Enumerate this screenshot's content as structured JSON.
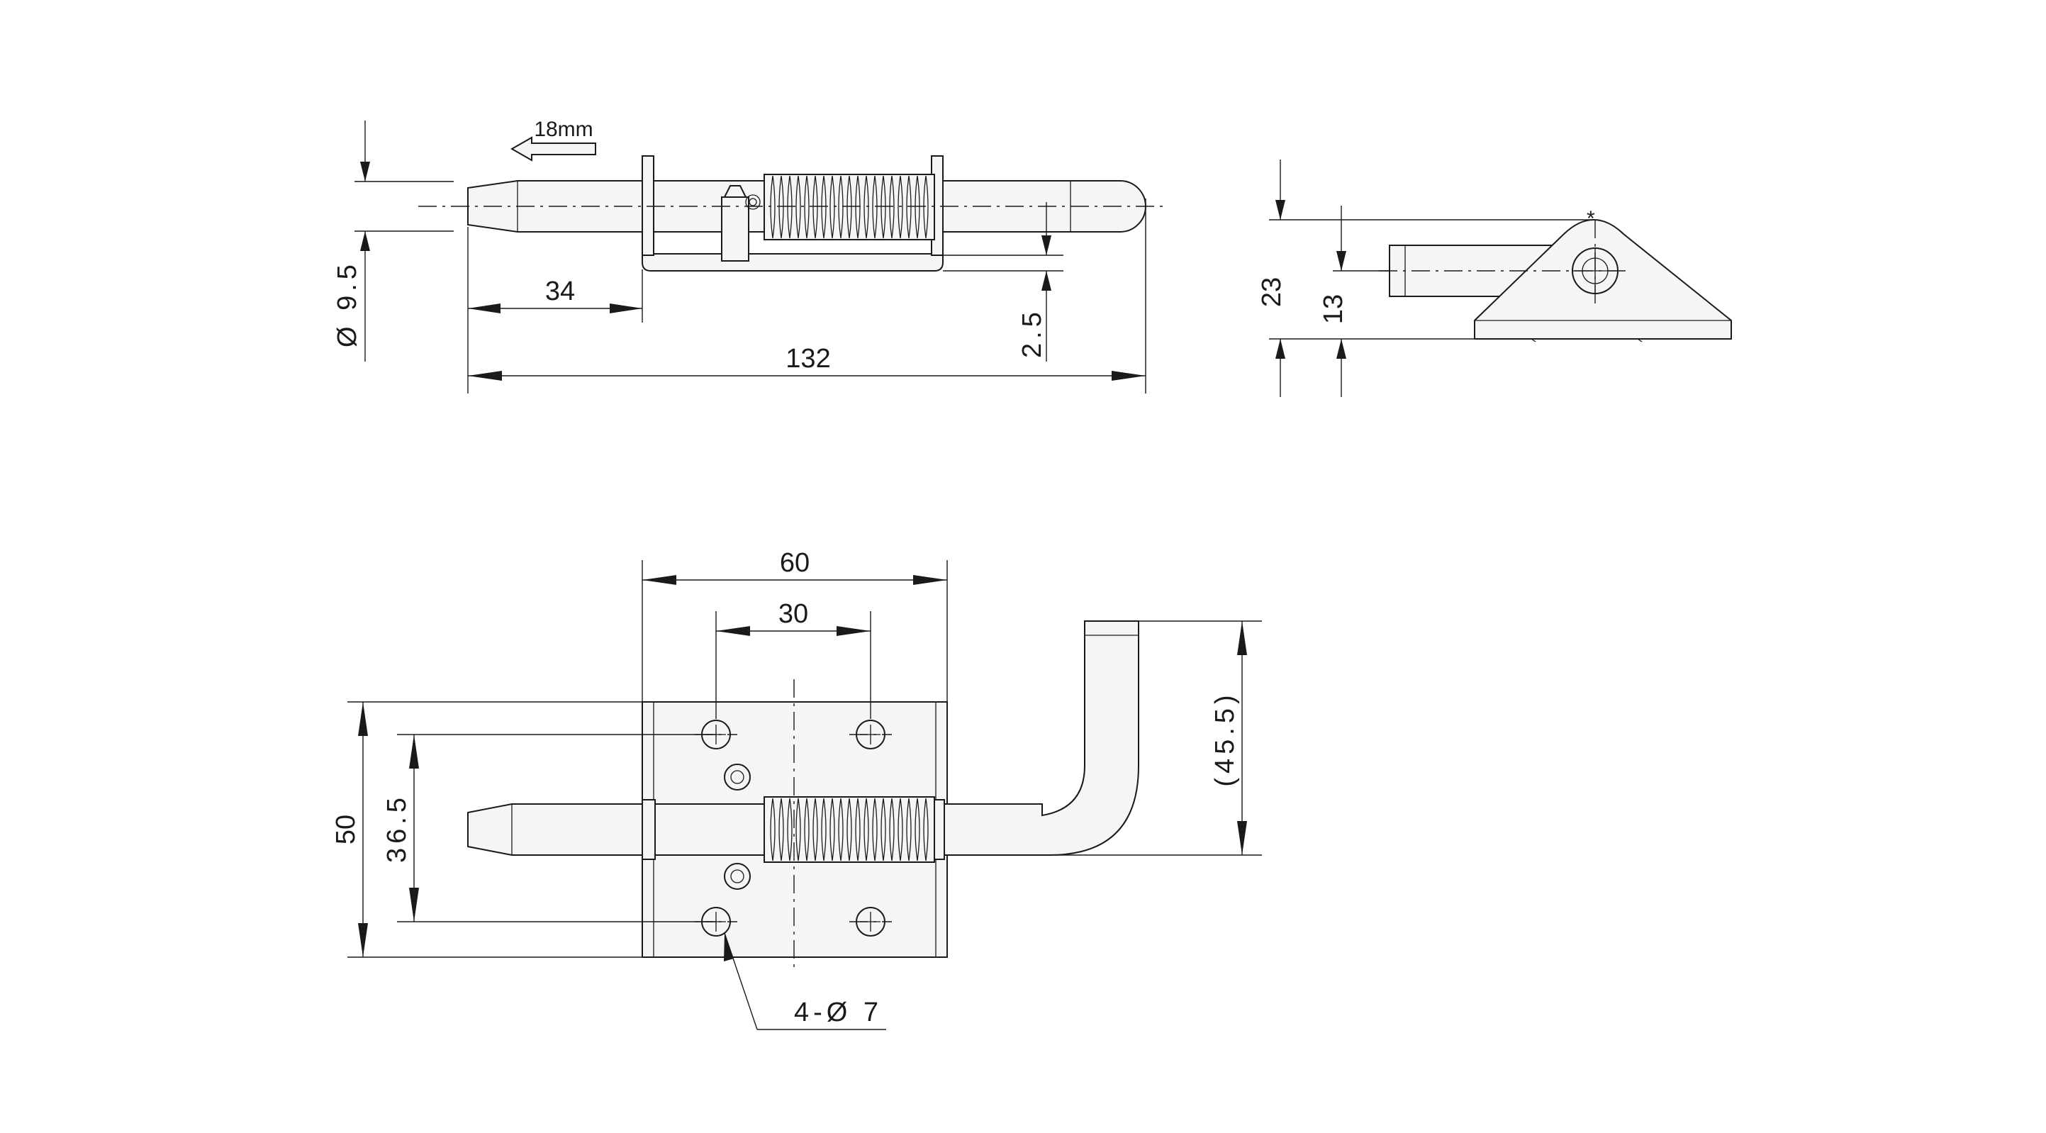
{
  "dimensions": {
    "dia_pin": "Ø 9.5",
    "pin_tip": "34",
    "overall_length": "132",
    "gap": "2.5",
    "stroke": "18mm",
    "side_height": "23",
    "side_center": "13",
    "base_width": "60",
    "hole_spacing_x": "30",
    "base_height": "50",
    "hole_spacing_y": "36.5",
    "handle_height": "(45.5)",
    "holes": "4-Ø 7"
  }
}
